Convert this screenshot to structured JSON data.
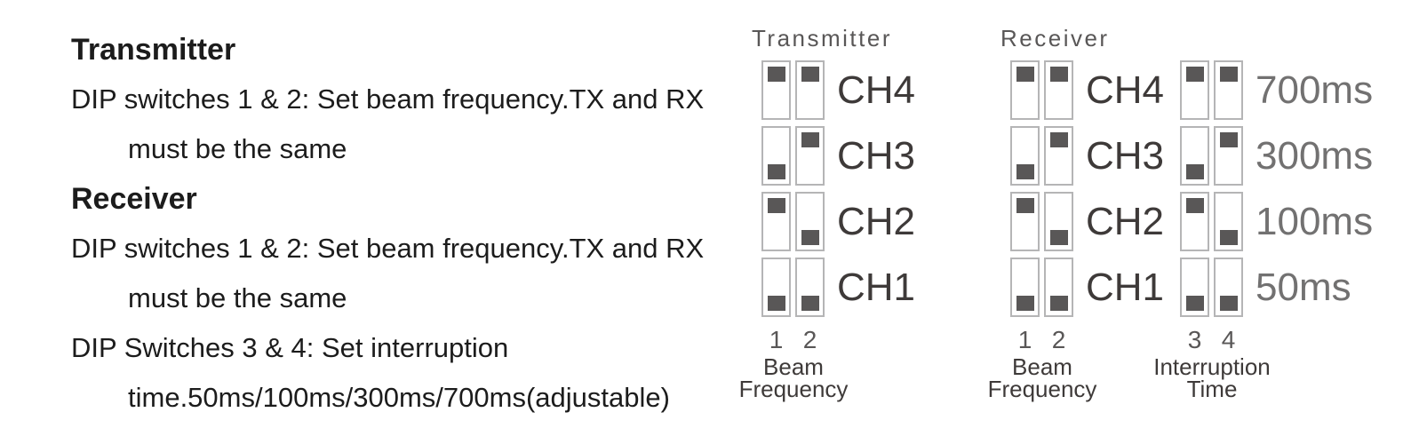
{
  "instructions": {
    "lines": [
      "Transmitter",
      "DIP switches 1 & 2: Set beam frequency.TX and RX",
      "must be the same",
      "Receiver",
      "DIP switches 1 & 2: Set beam frequency.TX and RX",
      "must be the same",
      "DIP Switches 3 & 4: Set interruption",
      "time.50ms/100ms/300ms/700ms(adjustable)"
    ]
  },
  "groups": [
    {
      "header": "Transmitter",
      "switch_numbers": [
        "1",
        "2"
      ],
      "caption_lines": [
        "Beam",
        "Frequency"
      ],
      "rows": [
        {
          "label": "CH4",
          "switches": [
            "up",
            "up"
          ]
        },
        {
          "label": "CH3",
          "switches": [
            "down",
            "up"
          ]
        },
        {
          "label": "CH2",
          "switches": [
            "up",
            "down"
          ]
        },
        {
          "label": "CH1",
          "switches": [
            "down",
            "down"
          ]
        }
      ]
    },
    {
      "header": "Receiver",
      "switch_numbers": [
        "1",
        "2"
      ],
      "caption_lines": [
        "Beam",
        "Frequency"
      ],
      "rows": [
        {
          "label": "CH4",
          "switches": [
            "up",
            "up"
          ]
        },
        {
          "label": "CH3",
          "switches": [
            "down",
            "up"
          ]
        },
        {
          "label": "CH2",
          "switches": [
            "up",
            "down"
          ]
        },
        {
          "label": "CH1",
          "switches": [
            "down",
            "down"
          ]
        }
      ]
    },
    {
      "header": "",
      "switch_numbers": [
        "3",
        "4"
      ],
      "caption_lines": [
        "Interruption",
        "Time"
      ],
      "rows": [
        {
          "label": "700ms",
          "switches": [
            "up",
            "up"
          ]
        },
        {
          "label": "300ms",
          "switches": [
            "down",
            "up"
          ]
        },
        {
          "label": "100ms",
          "switches": [
            "up",
            "down"
          ]
        },
        {
          "label": "50ms",
          "switches": [
            "down",
            "down"
          ]
        }
      ]
    }
  ],
  "colors": {
    "text": "#1c1c1c",
    "switch-border": "#b5b5b6",
    "knob": "#595757",
    "channel-label": "#3e3a39",
    "time-label": "#727171",
    "diagram-muted": "#595757",
    "caption": "#3e3a39"
  }
}
